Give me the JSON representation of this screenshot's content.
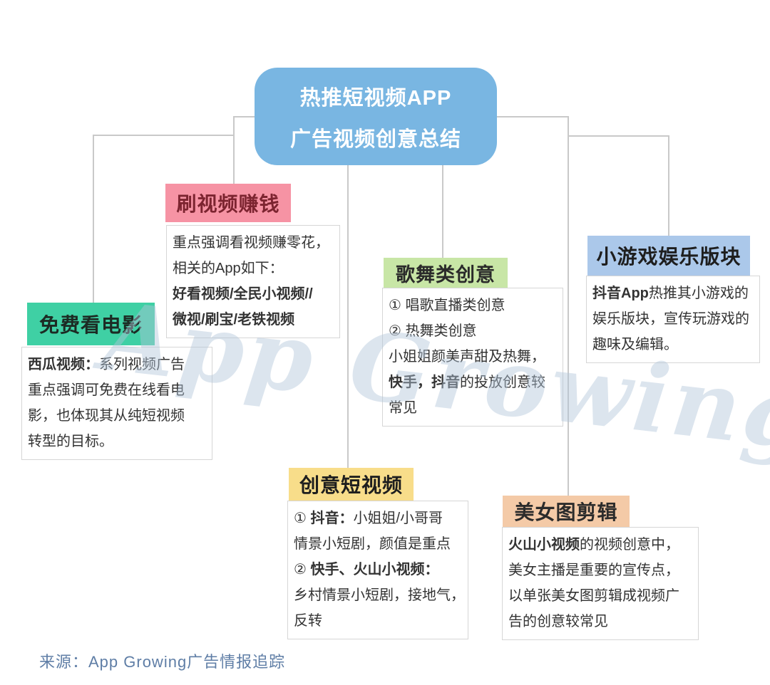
{
  "page": {
    "background_color": "#ffffff",
    "connector_color": "#c9c9c9",
    "watermark_text": "App Growing",
    "source_text": "来源：App Growing广告情报追踪",
    "source_color": "#5f7ea6"
  },
  "title": {
    "lines": [
      "热推短视频APP",
      "广告视频创意总结"
    ],
    "bg_color": "#79b6e2",
    "text_color": "#ffffff"
  },
  "nodes": [
    {
      "id": "watch-video-earn-money",
      "header": "刷视频赚钱",
      "header_bg": "#f693a4",
      "header_text_color": "#7c2430",
      "body_lines": [
        [
          {
            "t": "重点强调看视频赚零花，",
            "b": false
          }
        ],
        [
          {
            "t": "相关的App如下：",
            "b": false
          }
        ],
        [
          {
            "t": "好看视频/全民小视频//",
            "b": true
          }
        ],
        [
          {
            "t": "微视/刷宝/老铁视频",
            "b": true
          }
        ]
      ]
    },
    {
      "id": "free-movies",
      "header": "免费看电影",
      "header_bg": "#3fd0a4",
      "header_text_color": "#1c2b24",
      "body_lines": [
        [
          {
            "t": "西瓜视频：",
            "b": true
          },
          {
            "t": "系列视频广告",
            "b": false
          }
        ],
        [
          {
            "t": "重点强调可免费在线看电",
            "b": false
          }
        ],
        [
          {
            "t": "影，也体现其从纯短视频",
            "b": false
          }
        ],
        [
          {
            "t": "转型的目标。",
            "b": false
          }
        ]
      ]
    },
    {
      "id": "song-dance-creative",
      "header": "歌舞类创意",
      "header_bg": "#c8e6a6",
      "header_text_color": "#2a2a2a",
      "body_lines": [
        [
          {
            "t": "① 唱歌直播类创意",
            "b": false
          }
        ],
        [
          {
            "t": "② 热舞类创意",
            "b": false
          }
        ],
        [
          {
            "t": "小姐姐颜美声甜及热舞，",
            "b": false
          }
        ],
        [
          {
            "t": "快手，抖音",
            "b": true
          },
          {
            "t": "的投放创意较",
            "b": false
          }
        ],
        [
          {
            "t": "常见",
            "b": false
          }
        ]
      ]
    },
    {
      "id": "mini-game-entertainment",
      "header": "小游戏娱乐版块",
      "header_bg": "#abc8ea",
      "header_text_color": "#1e1e1e",
      "body_lines": [
        [
          {
            "t": "抖音App",
            "b": true
          },
          {
            "t": "热推其小游戏的",
            "b": false
          }
        ],
        [
          {
            "t": "娱乐版块，宣传玩游戏的",
            "b": false
          }
        ],
        [
          {
            "t": "趣味及编辑。",
            "b": false
          }
        ]
      ]
    },
    {
      "id": "creative-short-video",
      "header": "创意短视频",
      "header_bg": "#f8dd8a",
      "header_text_color": "#1e1e1e",
      "body_lines": [
        [
          {
            "t": "① ",
            "b": false
          },
          {
            "t": "抖音：",
            "b": true
          },
          {
            "t": "小姐姐/小哥哥",
            "b": false
          }
        ],
        [
          {
            "t": "情景小短剧，颜值是重点",
            "b": false
          }
        ],
        [
          {
            "t": "② ",
            "b": false
          },
          {
            "t": "快手、火山小视频：",
            "b": true
          }
        ],
        [
          {
            "t": "乡村情景小短剧，接地气，",
            "b": false
          }
        ],
        [
          {
            "t": "反转",
            "b": false
          }
        ]
      ]
    },
    {
      "id": "beauty-photo-clips",
      "header": "美女图剪辑",
      "header_bg": "#f4caa7",
      "header_text_color": "#2b2b2b",
      "body_lines": [
        [
          {
            "t": "火山小视频",
            "b": true
          },
          {
            "t": "的视频创意中，",
            "b": false
          }
        ],
        [
          {
            "t": "美女主播是重要的宣传点，",
            "b": false
          }
        ],
        [
          {
            "t": "以单张美女图剪辑成视频广",
            "b": false
          }
        ],
        [
          {
            "t": "告的创意较常见",
            "b": false
          }
        ]
      ]
    }
  ]
}
